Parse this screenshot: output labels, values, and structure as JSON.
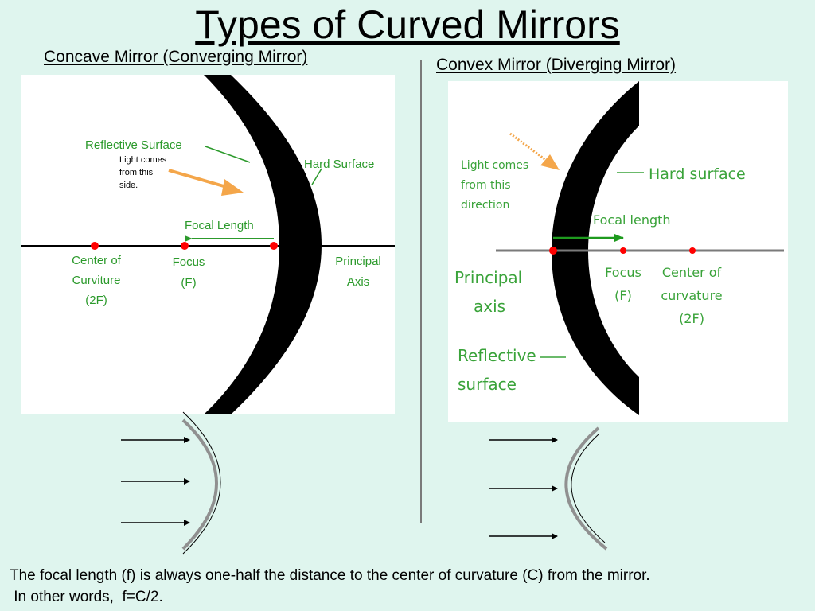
{
  "title": "Types of Curved Mirrors",
  "concave": {
    "subtitle": "Concave Mirror (Converging Mirror)",
    "labels": {
      "reflective_surface": "Reflective Surface",
      "light_line1": "Light comes",
      "light_line2": "from this",
      "light_line3": "side.",
      "hard_surface": "Hard Surface",
      "focal_length": "Focal Length",
      "center_line1": "Center of",
      "center_line2": "Curviture",
      "center_line3": "(2F)",
      "focus_line1": "Focus",
      "focus_line2": "(F)",
      "axis_line1": "Principal",
      "axis_line2": "Axis"
    }
  },
  "convex": {
    "subtitle": "Convex Mirror (Diverging Mirror)",
    "labels": {
      "light_line1": "Light comes",
      "light_line2": "from this",
      "light_line3": "direction",
      "hard_surface": "Hard surface",
      "focal_length": "Focal length",
      "axis_line1": "Principal",
      "axis_line2": "axis",
      "focus_line1": "Focus",
      "focus_line2": "(F)",
      "center_line1": "Center of",
      "center_line2": "curvature",
      "center_line3": "(2F)",
      "reflective_line1": "Reflective",
      "reflective_line2": "surface"
    }
  },
  "footer": {
    "line1": "The focal length (f) is always one-half the distance to the center of curvature (C) from the mirror.",
    "line2": " In other words,  f=C/2."
  },
  "colors": {
    "background": "#dff5ee",
    "label_green": "#2c9a2c",
    "light_arrow": "#f4a64a",
    "point_red": "#ff0000",
    "mirror_grey": "#909090"
  }
}
